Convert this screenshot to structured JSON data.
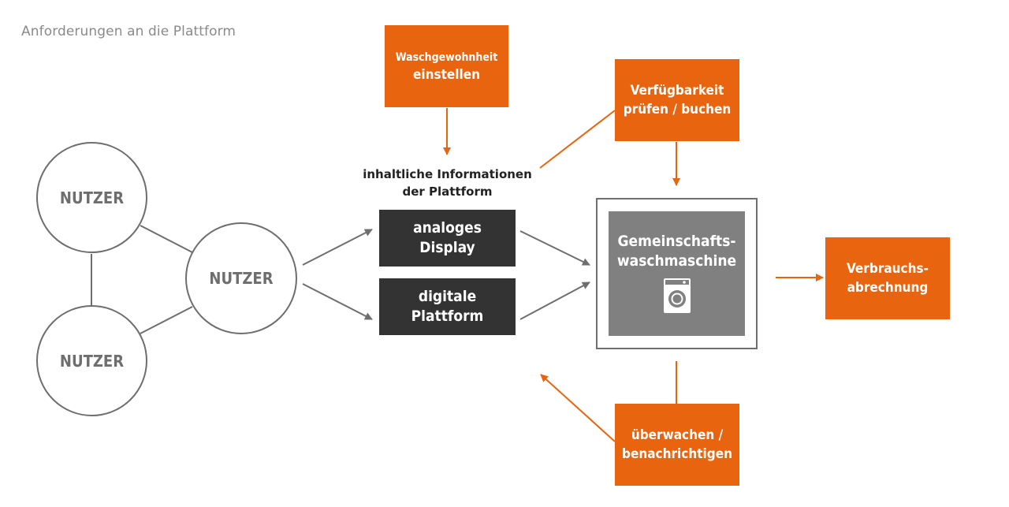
{
  "title": "Anforderungen an die Plattform",
  "users": [
    {
      "label": "NUTZER"
    },
    {
      "label": "NUTZER"
    },
    {
      "label": "NUTZER"
    }
  ],
  "info_label": {
    "line1": "inhaltliche Informationen",
    "line2": "der Plattform"
  },
  "channels": {
    "analog": {
      "line1": "analoges",
      "line2": "Display"
    },
    "digital": {
      "line1": "digitale",
      "line2": "Plattform"
    }
  },
  "actions": {
    "habit": {
      "line1": "Waschgewohnheit",
      "line2": "einstellen"
    },
    "availability": {
      "line1": "Verfügbarkeit",
      "line2": "prüfen / buchen"
    },
    "billing": {
      "line1": "Verbrauchs-",
      "line2": "abrechnung"
    },
    "monitor": {
      "line1": "überwachen /",
      "line2": "benachrichtigen"
    }
  },
  "machine": {
    "line1": "Gemeinschafts-",
    "line2": "waschmaschine",
    "icon": "washing-machine-icon"
  },
  "colors": {
    "accent": "#e8640e",
    "dark_box": "#333333",
    "machine_box": "#808080",
    "line_gray": "#6e6e6e",
    "title_gray": "#8a8a8a"
  }
}
